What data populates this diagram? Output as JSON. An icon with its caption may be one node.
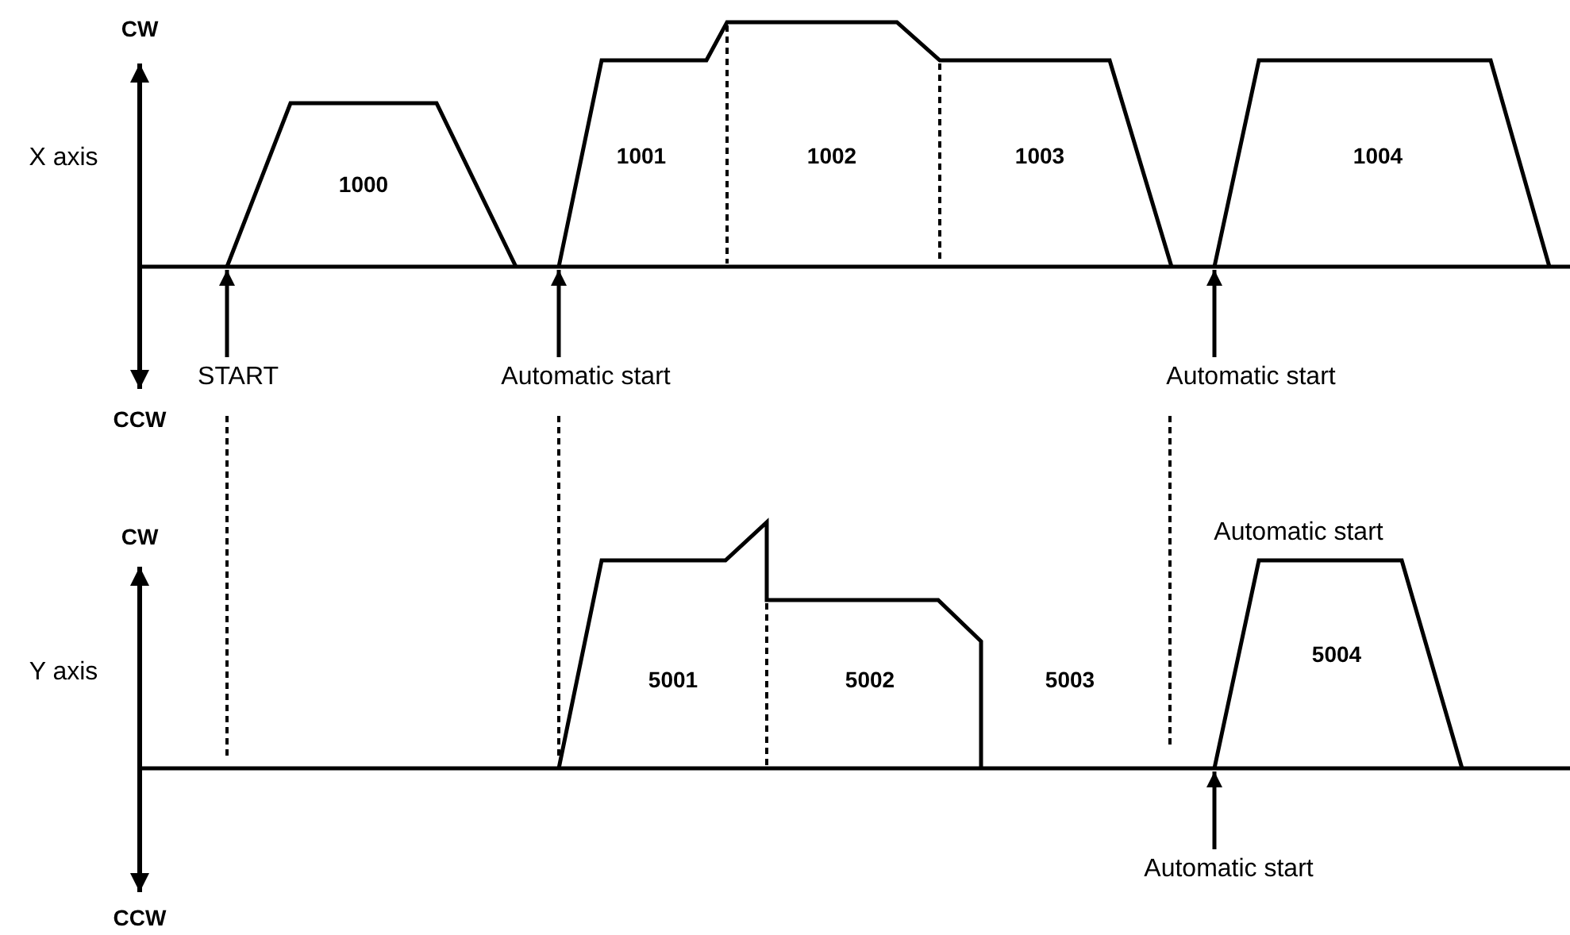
{
  "diagram": {
    "nodes": [
      {
        "text": [
          "1001",
          "1002",
          "1003"
        ]
      },
      {
        "text": [
          "1004"
        ]
      },
      {
        "text": [
          "1000"
        ]
      },
      {
        "text": [
          "START"
        ]
      },
      {
        "text": [
          "Automatic start"
        ]
      },
      {
        "text": [
          "Automatic start"
        ]
      },
      {
        "text": [
          "5001",
          "5002"
        ]
      },
      {
        "text": [
          "5004"
        ]
      },
      {
        "text": [
          "Automatic start"
        ]
      }
    ],
    "edges": [
      {
        "from": 3,
        "to": 2,
        "arrow": "to"
      },
      {
        "from": 4,
        "to": 0,
        "arrow": "to"
      },
      {
        "from": 5,
        "to": 1,
        "arrow": "to"
      },
      {
        "from": 8,
        "to": 7,
        "arrow": "to"
      }
    ],
    "labels": [
      "CW",
      "X axis",
      "CCW",
      "CW",
      "Y axis",
      "5003",
      "Automatic start",
      "CCW"
    ]
  }
}
